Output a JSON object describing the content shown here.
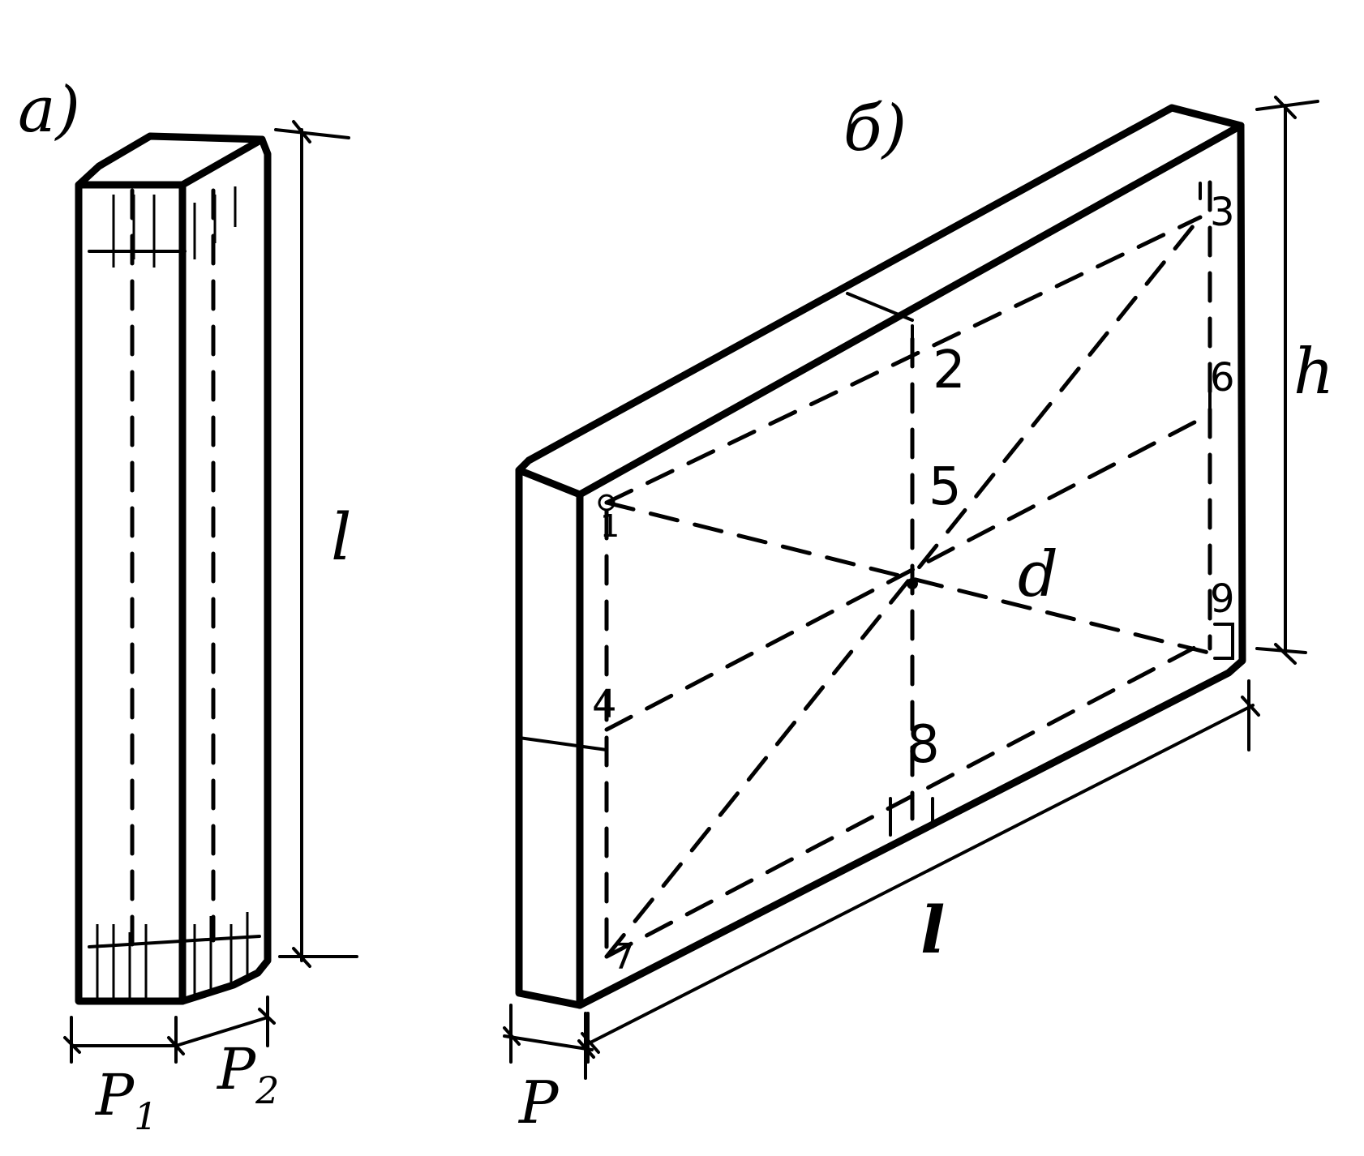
{
  "figure_a": {
    "label": "a)",
    "dims": {
      "length": "l",
      "width1": "P",
      "width1_sub": "1",
      "width2": "P",
      "width2_sub": "2"
    }
  },
  "figure_b": {
    "label": "б)",
    "dims": {
      "height": "h",
      "length": "l",
      "thickness": "P",
      "diagonal": "d"
    },
    "points": [
      "1",
      "2",
      "3",
      "4",
      "5",
      "6",
      "7",
      "8",
      "9"
    ]
  }
}
